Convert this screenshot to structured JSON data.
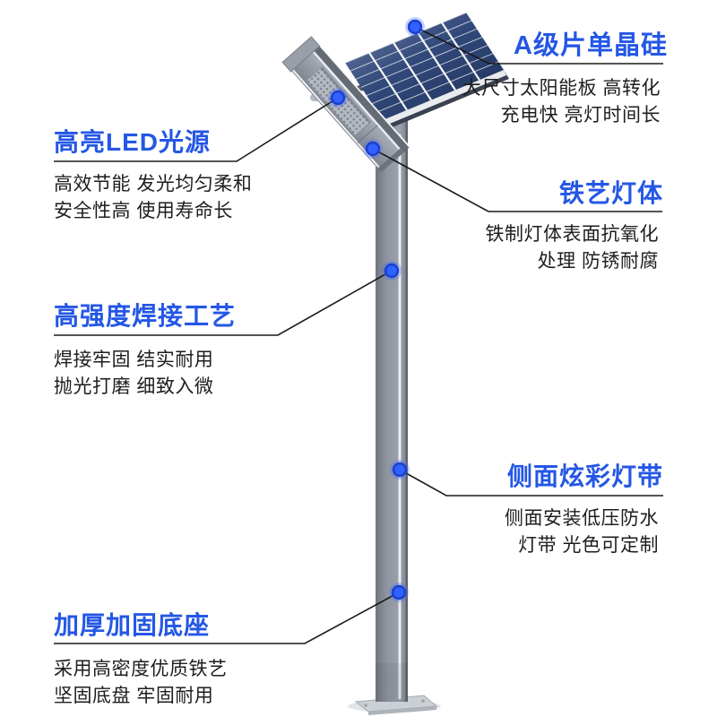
{
  "figure": {
    "subject": "solar-street-light-product-diagram",
    "background": "#ffffff"
  },
  "colors": {
    "accent_blue": "#2457e5",
    "marker_blue": "#2f62ff",
    "marker_ring": "#1c40cf",
    "body_text": "#1e1e1e",
    "pole_gray": "#8f959f",
    "panel_navy": "#1d3156",
    "connector_line": "#1a1a1a"
  },
  "callouts": [
    {
      "id": "solar-panel",
      "title": "A级片单晶硅",
      "desc1": "大尺寸太阳能板 高转化",
      "desc2": "充电快 亮灯时间长",
      "side": "right"
    },
    {
      "id": "led-source",
      "title": "高亮LED光源",
      "desc1": "高效节能 发光均匀柔和",
      "desc2": "安全性高 使用寿命长",
      "side": "left"
    },
    {
      "id": "iron-lamp-body",
      "title": "铁艺灯体",
      "desc1": "铁制灯体表面抗氧化",
      "desc2": "处理 防锈耐腐",
      "side": "right"
    },
    {
      "id": "welding",
      "title": "高强度焊接工艺",
      "desc1": "焊接牢固 结实耐用",
      "desc2": "抛光打磨 细致入微",
      "side": "left"
    },
    {
      "id": "side-light-strip",
      "title": "侧面炫彩灯带",
      "desc1": "侧面安装低压防水",
      "desc2": "灯带 光色可定制",
      "side": "right"
    },
    {
      "id": "thick-base",
      "title": "加厚加固底座",
      "desc1": "采用高密度优质铁艺",
      "desc2": "坚固底盘 牢固耐用",
      "side": "left"
    }
  ]
}
